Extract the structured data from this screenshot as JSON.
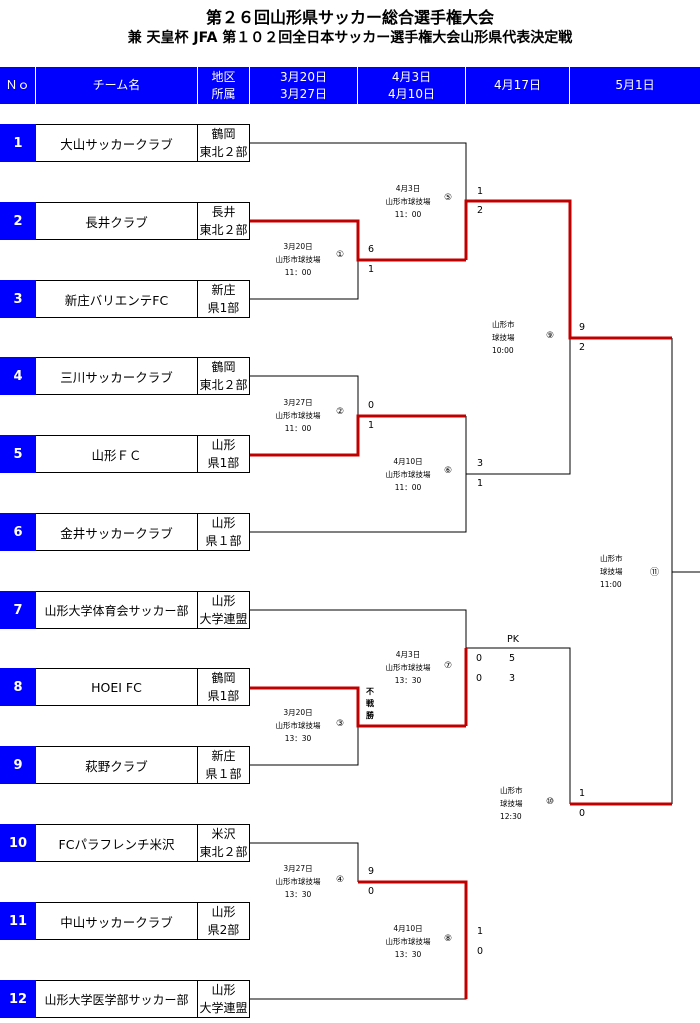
{
  "title": "第２６回山形県サッカー総合選手権大会",
  "subtitle": "兼 天皇杯 JFA 第１０２回全日本サッカー選手権大会山形県代表決定戦",
  "header": {
    "no": "Ｎｏ",
    "team": "チーム名",
    "region_1": "地区",
    "region_2": "所属",
    "round1_1": "3月20日",
    "round1_2": "3月27日",
    "round2_1": "4月3日",
    "round2_2": "4月10日",
    "round3": "4月17日",
    "round4": "5月1日"
  },
  "teams": [
    {
      "no": "1",
      "name": "大山サッカークラブ",
      "region1": "鶴岡",
      "region2": "東北２部"
    },
    {
      "no": "2",
      "name": "長井クラブ",
      "region1": "長井",
      "region2": "東北２部"
    },
    {
      "no": "3",
      "name": "新庄バリエンテFC",
      "region1": "新庄",
      "region2": "県1部"
    },
    {
      "no": "4",
      "name": "三川サッカークラブ",
      "region1": "鶴岡",
      "region2": "東北２部"
    },
    {
      "no": "5",
      "name": "山形ＦＣ",
      "region1": "山形",
      "region2": "県1部"
    },
    {
      "no": "6",
      "name": "金井サッカークラブ",
      "region1": "山形",
      "region2": "県１部"
    },
    {
      "no": "7",
      "name": "山形大学体育会サッカー部",
      "region1": "山形",
      "region2": "大学連盟"
    },
    {
      "no": "8",
      "name": "HOEI FC",
      "region1": "鶴岡",
      "region2": "県1部"
    },
    {
      "no": "9",
      "name": "萩野クラブ",
      "region1": "新庄",
      "region2": "県１部"
    },
    {
      "no": "10",
      "name": "FCパラフレンチ米沢",
      "region1": "米沢",
      "region2": "東北２部"
    },
    {
      "no": "11",
      "name": "中山サッカークラブ",
      "region1": "山形",
      "region2": "県2部"
    },
    {
      "no": "12",
      "name": "山形大学医学部サッカー部",
      "region1": "山形",
      "region2": "大学連盟"
    }
  ],
  "matches": {
    "m1": {
      "date": "3月20日",
      "venue": "山形市球技場",
      "time": "11：00",
      "num": "①",
      "score_top": "6",
      "score_bottom": "1"
    },
    "m2": {
      "date": "3月27日",
      "venue": "山形市球技場",
      "time": "11：00",
      "num": "②",
      "score_top": "0",
      "score_bottom": "1"
    },
    "m3": {
      "date": "3月20日",
      "venue": "山形市球技場",
      "time": "13：30",
      "num": "③",
      "note": [
        "不",
        "戦",
        "勝"
      ]
    },
    "m4": {
      "date": "3月27日",
      "venue": "山形市球技場",
      "time": "13：30",
      "num": "④",
      "score_top": "9",
      "score_bottom": "0"
    },
    "m5": {
      "date": "4月3日",
      "venue": "山形市球技場",
      "time": "11：00",
      "num": "⑤",
      "score_top": "1",
      "score_bottom": "2"
    },
    "m6": {
      "date": "4月10日",
      "venue": "山形市球技場",
      "time": "11：00",
      "num": "⑥",
      "score_top": "3",
      "score_bottom": "1"
    },
    "m7": {
      "date": "4月3日",
      "venue": "山形市球技場",
      "time": "13：30",
      "num": "⑦",
      "score_top": "0",
      "score_bottom": "0",
      "pk_label": "PK",
      "pk_top": "5",
      "pk_bottom": "3"
    },
    "m8": {
      "date": "4月10日",
      "venue": "山形市球技場",
      "time": "13：30",
      "num": "⑧",
      "score_top": "1",
      "score_bottom": "0"
    },
    "m9": {
      "venue1": "山形市",
      "venue2": "球技場",
      "time": "10:00",
      "num": "⑨",
      "score_top": "9",
      "score_bottom": "2"
    },
    "m10": {
      "venue1": "山形市",
      "venue2": "球技場",
      "time": "12:30",
      "num": "⑩",
      "score_top": "1",
      "score_bottom": "0"
    },
    "m11": {
      "venue1": "山形市",
      "venue2": "球技場",
      "time": "11:00",
      "num": "⑪"
    }
  },
  "colors": {
    "header_blue": "#0000ff",
    "winner_line": "#c00000",
    "line": "#000000"
  }
}
